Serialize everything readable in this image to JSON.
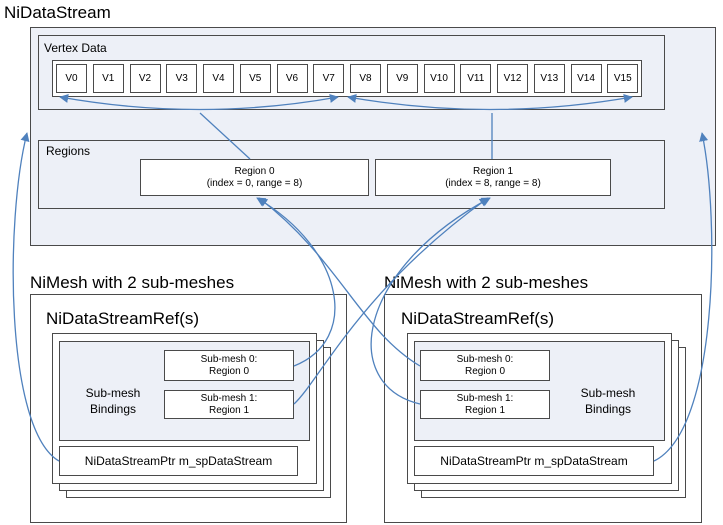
{
  "stream": {
    "title": "NiDataStream",
    "vertex_title": "Vertex Data",
    "vertices": [
      "V0",
      "V1",
      "V2",
      "V3",
      "V4",
      "V5",
      "V6",
      "V7",
      "V8",
      "V9",
      "V10",
      "V11",
      "V12",
      "V13",
      "V14",
      "V15"
    ],
    "regions_title": "Regions",
    "regions": [
      {
        "name": "Region 0",
        "detail": "(index = 0, range = 8)"
      },
      {
        "name": "Region 1",
        "detail": "(index = 8, range = 8)"
      }
    ]
  },
  "meshes": [
    {
      "title": "NiMesh with 2 sub-meshes",
      "ref_title": "NiDataStreamRef(s)",
      "bindings_label": [
        "Sub-mesh",
        "Bindings"
      ],
      "submeshes": [
        {
          "line1": "Sub-mesh 0:",
          "line2": "Region 0"
        },
        {
          "line1": "Sub-mesh 1:",
          "line2": "Region 1"
        }
      ],
      "ptr": "NiDataStreamPtr m_spDataStream"
    },
    {
      "title": "NiMesh with 2 sub-meshes",
      "ref_title": "NiDataStreamRef(s)",
      "bindings_label": [
        "Sub-mesh",
        "Bindings"
      ],
      "submeshes": [
        {
          "line1": "Sub-mesh 0:",
          "line2": "Region 0"
        },
        {
          "line1": "Sub-mesh 1:",
          "line2": "Region 1"
        }
      ],
      "ptr": "NiDataStreamPtr m_spDataStream"
    }
  ],
  "colors": {
    "arrow": "#4f81bd",
    "panel": "#edf0f7",
    "border": "#4a4a4a"
  }
}
